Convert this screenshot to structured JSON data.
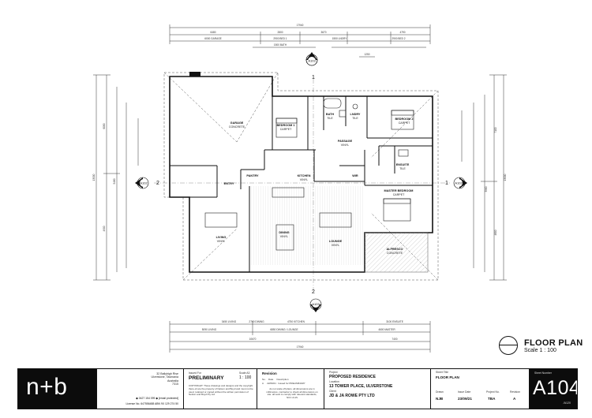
{
  "plan": {
    "rooms": [
      {
        "id": "garage",
        "name": "GARAGE",
        "finish": "CONCRETE"
      },
      {
        "id": "bedroom1",
        "name": "BEDROOM 1",
        "finish": "CARPET"
      },
      {
        "id": "bath",
        "name": "BATH",
        "finish": "TILE"
      },
      {
        "id": "lndry",
        "name": "LNDRY",
        "finish": "TILE"
      },
      {
        "id": "bedroom2",
        "name": "BEDROOM 2",
        "finish": "CARPET"
      },
      {
        "id": "passage",
        "name": "PASSAGE",
        "finish": "VINYL"
      },
      {
        "id": "pantry",
        "name": "PANTRY",
        "finish": ""
      },
      {
        "id": "kitchen",
        "name": "KITCHEN",
        "finish": "VINYL"
      },
      {
        "id": "entry",
        "name": "ENTRY",
        "finish": ""
      },
      {
        "id": "ensuite",
        "name": "ENSUITE",
        "finish": "TILE"
      },
      {
        "id": "wir",
        "name": "WIR",
        "finish": ""
      },
      {
        "id": "master",
        "name": "MASTER BEDROOM",
        "finish": "CARPET"
      },
      {
        "id": "dining",
        "name": "DINING",
        "finish": "VINYL"
      },
      {
        "id": "living",
        "name": "LIVING",
        "finish": "VINYL"
      },
      {
        "id": "lounge",
        "name": "LOUNGE",
        "finish": "VINYL"
      },
      {
        "id": "alfresco",
        "name": "ALFRESCO",
        "finish": "CONCRETE"
      }
    ],
    "grid": {
      "top": "1",
      "bottom": "2",
      "left": "2",
      "right": "1"
    },
    "section_refs": [
      "A103",
      "A103",
      "A102",
      "A102"
    ],
    "dims_top": [
      "17940",
      "6480",
      "2800",
      "3670",
      "4790",
      "6000 GARAGE",
      "2900 BED 1",
      "1550 LNDRY",
      "2900 BED 2",
      "1500 BATH",
      "1250"
    ],
    "dims_bottom": [
      "3450 LIVING",
      "2700 DINING",
      "4750 KITCHEN",
      "3100 ENSUITE",
      "5090 LIVING",
      "6850 DINING / LOUNGE",
      "4600 MASTER",
      "7400",
      "10670",
      "17940"
    ],
    "dims_left": [
      "13000",
      "6080",
      "4900",
      "5480"
    ],
    "dims_right": [
      "13000",
      "7100",
      "4800",
      "3960"
    ]
  },
  "plan_title": {
    "title": "FLOOR PLAN",
    "scale": "Scale  1 : 100"
  },
  "title_block": {
    "logo": "n+b",
    "address": "32 Ballyhigh Rise\nUlverstone, Tasmania\nAustralia\n7315",
    "contact": "◆ 0427 154 099  ◆ [email protected]",
    "license": "License No. 647556488  ABN 9X 129 274 50",
    "issued_for_label": "Issued For",
    "issued_for": "PRELIMINARY",
    "scale_label": "Scale A3",
    "scale": "1 : 100",
    "copyright": "COPYRIGHT: These drawings and designs and the copyright there-of are the property of Nelson and Boyd and must not be used, retained or copied without the written permission of Nelson and Boyd Pty Ltd",
    "revision_label": "Revision",
    "rev_headers": [
      "No.",
      "Date",
      "Description"
    ],
    "rev_row": [
      "A",
      "22/09/21",
      "Issued for PRELIMINARY"
    ],
    "rev_note": "do not scale off plans. all dimensions are in millimetres. contractor to check all dimensions on site. all work to comply with relevant standards, NCC & AS",
    "project_label": "Project",
    "project": "PROPOSED RESIDENCE",
    "location_label": "Location",
    "location": "13 TOWER PLACE, ULVERSTONE",
    "client_label": "Client",
    "client": "JD & JA ROWE PTY LTD",
    "sheet_title_label": "Sheet Title",
    "sheet_title": "FLOOR PLAN",
    "drawn_label": "Drawn",
    "drawn": "NJB",
    "issue_date_label": "Issue Date",
    "issue_date": "23/09/21",
    "project_no_label": "Project No.",
    "project_no": "TBA",
    "revision_no_label": "Revision",
    "revision_no": "A",
    "sheet_number_label": "Sheet Number",
    "sheet_number": "A104",
    "sheet_sub": "/A120"
  }
}
